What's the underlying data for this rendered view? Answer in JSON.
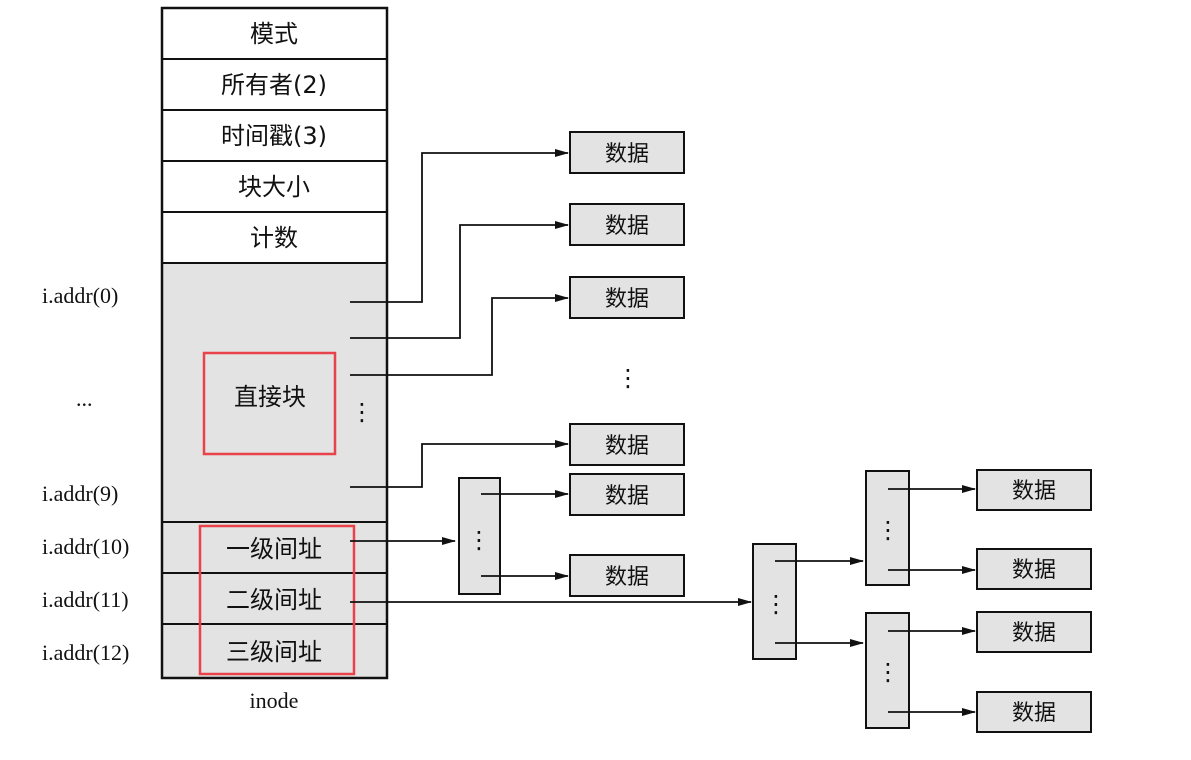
{
  "inode": {
    "rows": [
      "模式",
      "所有者(2)",
      "时间戳(3)",
      "块大小",
      "计数"
    ],
    "direct_label": "直接块",
    "indirect_rows": [
      "一级间址",
      "二级间址",
      "三级间址"
    ],
    "caption": "inode"
  },
  "addr_labels": {
    "addr0": "i.addr(0)",
    "ellipsis": "...",
    "addr9": "i.addr(9)",
    "addr10": "i.addr(10)",
    "addr11": "i.addr(11)",
    "addr12": "i.addr(12)"
  },
  "data_label": "数据",
  "vertical_dots": "⋮",
  "colors": {
    "direct_fill": "#e3e3e3",
    "highlight_border": "#e8424a",
    "line": "#111111"
  }
}
